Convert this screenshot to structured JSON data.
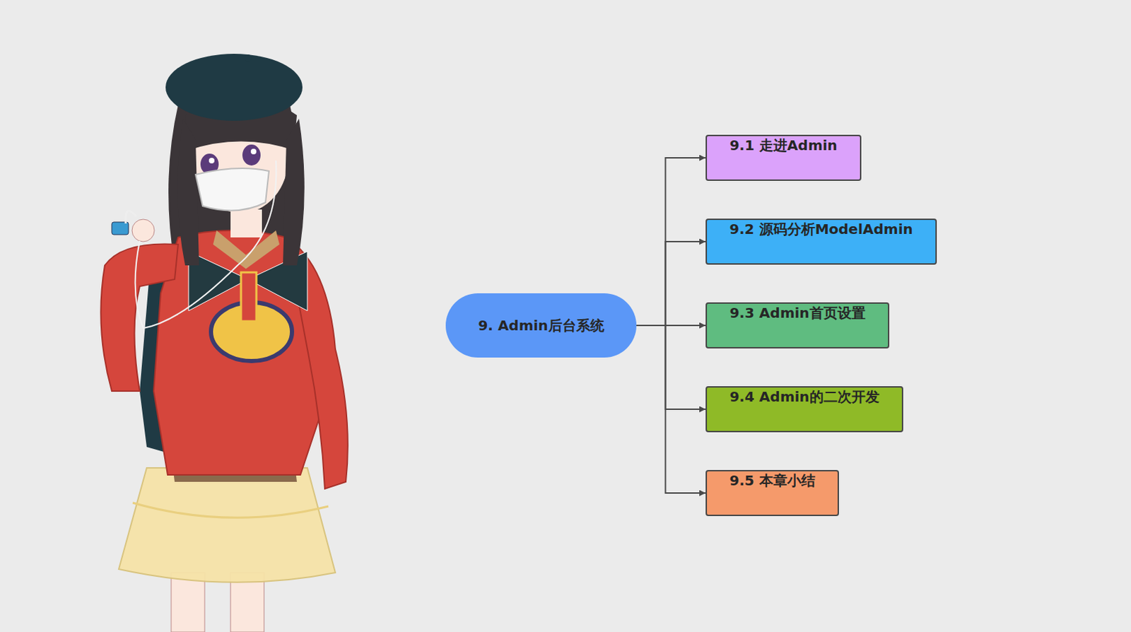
{
  "diagram": {
    "nodes": [
      {
        "text": [
          "9. Admin后台系统"
        ]
      },
      {
        "text": [
          "9.1 走进Admin"
        ]
      },
      {
        "text": [
          "9.2 源码分析ModelAdmin"
        ]
      },
      {
        "text": [
          "9.3 Admin首页设置"
        ]
      },
      {
        "text": [
          "9.4 Admin的二次开发"
        ]
      },
      {
        "text": [
          "9.5 本章小结"
        ]
      }
    ],
    "edges": [
      {
        "from": 0,
        "to": 1,
        "arrow": "to"
      },
      {
        "from": 0,
        "to": 2,
        "arrow": "to"
      },
      {
        "from": 0,
        "to": 3,
        "arrow": "to"
      },
      {
        "from": 0,
        "to": 4,
        "arrow": "to"
      },
      {
        "from": 0,
        "to": 5,
        "arrow": "to"
      }
    ]
  }
}
